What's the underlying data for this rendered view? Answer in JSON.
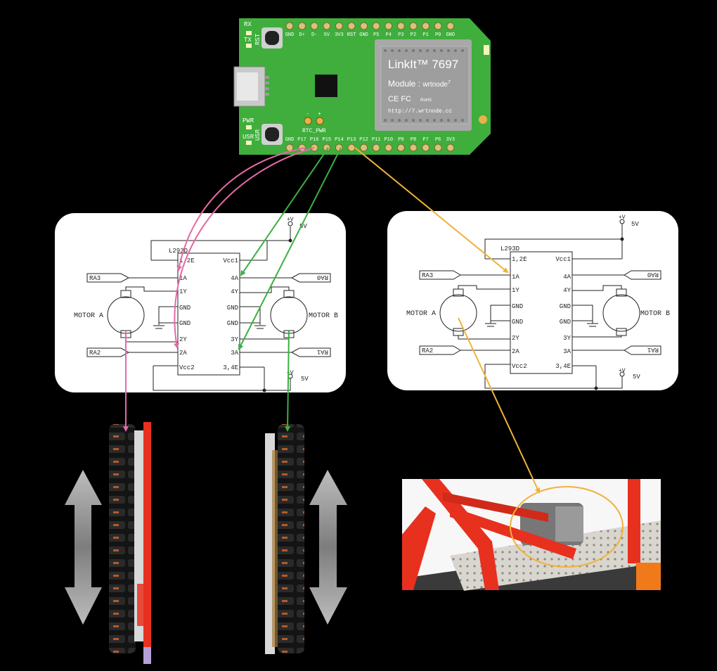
{
  "board": {
    "top_pins": [
      "GND",
      "D+",
      "D-",
      "5V",
      "3V3",
      "RST",
      "GND",
      "P5",
      "P4",
      "P3",
      "P2",
      "P1",
      "P0",
      "GND"
    ],
    "bottom_pins": [
      "GND",
      "P17",
      "P16",
      "P15",
      "P14",
      "P13",
      "P12",
      "P11",
      "P10",
      "P9",
      "P8",
      "P7",
      "P6",
      "3V3"
    ],
    "label_rx": "RX",
    "label_tx": "TX",
    "label_rst": "RST",
    "label_pwr": "PWR",
    "label_usr": "USR",
    "label_rtc": "RTC_PWR",
    "label_minus": "-",
    "label_plus": "+",
    "module_title": "LinkIt™ 7697",
    "module_sub_a": "Module : ",
    "module_sub_b": "wrtnode",
    "module_sub_sup": "7",
    "module_cert": "CE FC",
    "module_rohs": "RoHS",
    "module_url": "http://7.wrtnode.cc",
    "board_color": "#3fae3c"
  },
  "schematic_left": {
    "chip": "L293D",
    "pins_left": [
      "1,2E",
      "1A",
      "1Y",
      "GND",
      "GND",
      "2Y",
      "2A",
      "Vcc2"
    ],
    "pins_right": [
      "Vcc1",
      "4A",
      "4Y",
      "GND",
      "GND",
      "3Y",
      "3A",
      "3,4E"
    ],
    "motor_a": "MOTOR A",
    "motor_b": "MOTOR B",
    "ra3": "RA3",
    "ra2": "RA2",
    "ra0": "RA0",
    "ra1": "RA1",
    "v_top": "5V",
    "v_bot": "5V",
    "plus_v": "+V"
  },
  "schematic_right": {
    "chip": "L293D",
    "pins_left": [
      "1,2E",
      "1A",
      "1Y",
      "GND",
      "GND",
      "2Y",
      "2A",
      "Vcc2"
    ],
    "pins_right": [
      "Vcc1",
      "4A",
      "4Y",
      "GND",
      "GND",
      "3Y",
      "3A",
      "3,4E"
    ],
    "motor_a": "MOTOR A",
    "motor_b": "MOTOR B",
    "ra3": "RA3",
    "ra2": "RA2",
    "ra0": "RA0",
    "ra1": "RA1",
    "v_top": "5V",
    "v_bot": "5V",
    "plus_v": "+V"
  },
  "colors": {
    "pink": "#e46aa6",
    "green": "#3bb042",
    "orange": "#f0b23a",
    "gray_arrow": "#8a8a8a",
    "robot_red": "#e8301f"
  },
  "photos": {
    "left_track": "left-tank-track",
    "right_track": "right-tank-track",
    "arm": "robot-arm-with-servo"
  }
}
